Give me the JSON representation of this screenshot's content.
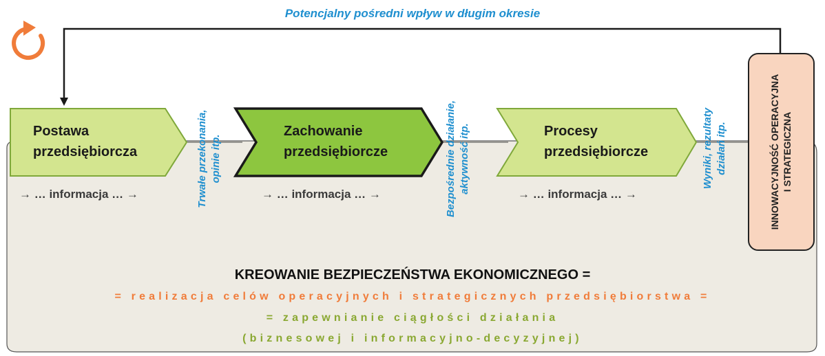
{
  "top_caption": "Potencjalny pośredni wpływ w długim okresie",
  "boxes": [
    {
      "line1": "Postawa",
      "line2": "przedsiębiorcza"
    },
    {
      "line1": "Zachowanie",
      "line2": "przedsiębiorcze"
    },
    {
      "line1": "Procesy",
      "line2": "przedsiębiorcze"
    }
  ],
  "info_label": "→ … informacja … →",
  "between_labels": [
    {
      "line1": "Trwałe przekonania,",
      "line2": "opinie itp."
    },
    {
      "line1": "Bezpośrednie działanie,",
      "line2": "aktywność itp."
    },
    {
      "line1": "Wyniki, rezultaty",
      "line2": "działań itp."
    }
  ],
  "innovation_box": {
    "line1": "INNOWACYJNOŚĆ OPERACYJNA",
    "line2": "I STRATEGICZNA"
  },
  "bottom": {
    "line1": "KREOWANIE BEZPIECZEŃSTWA EKONOMICZNEGO =",
    "line2": "= realizacja celów operacyjnych i strategicznych przedsiębiorstwa =",
    "line3": "= zapewnianie ciągłości działania",
    "line4": "(biznesowej i informacyjno-decyzyjnej)"
  },
  "colors": {
    "caption_blue": "#1f8fcf",
    "box_light_green": "#d3e58f",
    "box_dark_green": "#8dc63f",
    "box_border_green": "#7fa83a",
    "panel_fill": "#eeebe3",
    "innovation_fill": "#f9d5bf",
    "orange": "#f07c3a",
    "olive": "#8aa832"
  },
  "icons": [
    "refresh-icon"
  ]
}
